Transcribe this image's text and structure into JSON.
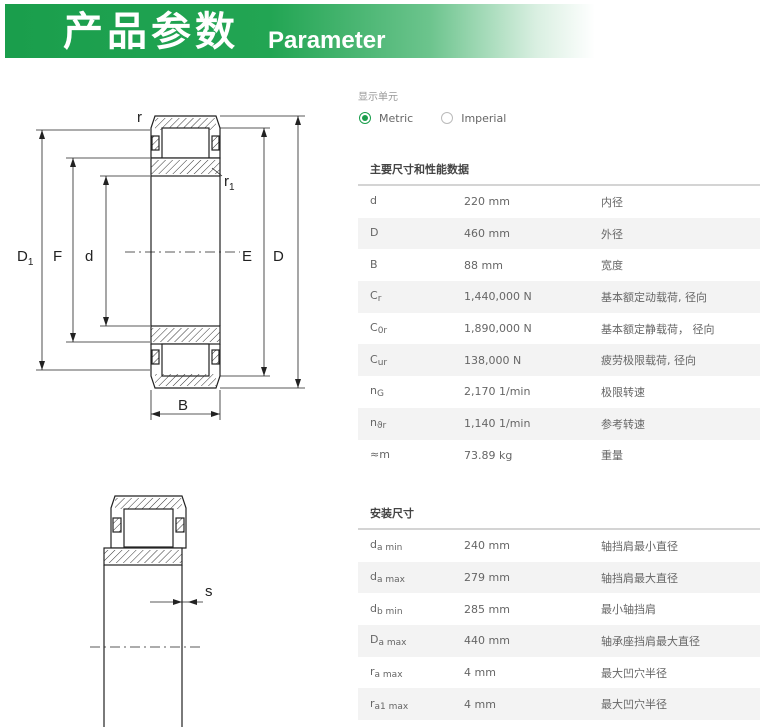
{
  "banner": {
    "title_cn": "产品参数",
    "title_en": "Parameter"
  },
  "units": {
    "label": "显示单元",
    "options": [
      {
        "label": "Metric",
        "selected": true
      },
      {
        "label": "Imperial",
        "selected": false
      }
    ]
  },
  "drawing": {
    "labels": {
      "r": "r",
      "r1": "r",
      "r1_sub": "1",
      "D1": "D",
      "D1_sub": "1",
      "F": "F",
      "d": "d",
      "E": "E",
      "D": "D",
      "B": "B",
      "s": "s"
    }
  },
  "main_dims": {
    "title": "主要尺寸和性能数据",
    "rows": [
      {
        "sym": "d",
        "sub": "",
        "value": "220 mm",
        "desc": "内径"
      },
      {
        "sym": "D",
        "sub": "",
        "value": "460 mm",
        "desc": "外径"
      },
      {
        "sym": "B",
        "sub": "",
        "value": "88 mm",
        "desc": "宽度"
      },
      {
        "sym": "C",
        "sub": "r",
        "value": "1,440,000 N",
        "desc": "基本额定动载荷, 径向"
      },
      {
        "sym": "C",
        "sub": "0r",
        "value": "1,890,000 N",
        "desc": "基本额定静载荷， 径向"
      },
      {
        "sym": "C",
        "sub": "ur",
        "value": "138,000 N",
        "desc": "疲劳极限载荷, 径向"
      },
      {
        "sym": "n",
        "sub": "G",
        "value": "2,170 1/min",
        "desc": "极限转速"
      },
      {
        "sym": "n",
        "sub": "ϑr",
        "value": "1,140 1/min",
        "desc": "参考转速"
      },
      {
        "sym": "≈m",
        "sub": "",
        "value": "73.89 kg",
        "desc": "重量"
      }
    ]
  },
  "mount_dims": {
    "title": "安装尺寸",
    "rows": [
      {
        "sym": "d",
        "sub": "a min",
        "value": "240 mm",
        "desc": "轴挡肩最小直径"
      },
      {
        "sym": "d",
        "sub": "a max",
        "value": "279 mm",
        "desc": "轴挡肩最大直径"
      },
      {
        "sym": "d",
        "sub": "b min",
        "value": "285 mm",
        "desc": "最小轴挡肩"
      },
      {
        "sym": "D",
        "sub": "a max",
        "value": "440 mm",
        "desc": "轴承座挡肩最大直径"
      },
      {
        "sym": "r",
        "sub": "a max",
        "value": "4 mm",
        "desc": "最大凹穴半径"
      },
      {
        "sym": "r",
        "sub": "a1 max",
        "value": "4 mm",
        "desc": "最大凹穴半径"
      }
    ]
  }
}
